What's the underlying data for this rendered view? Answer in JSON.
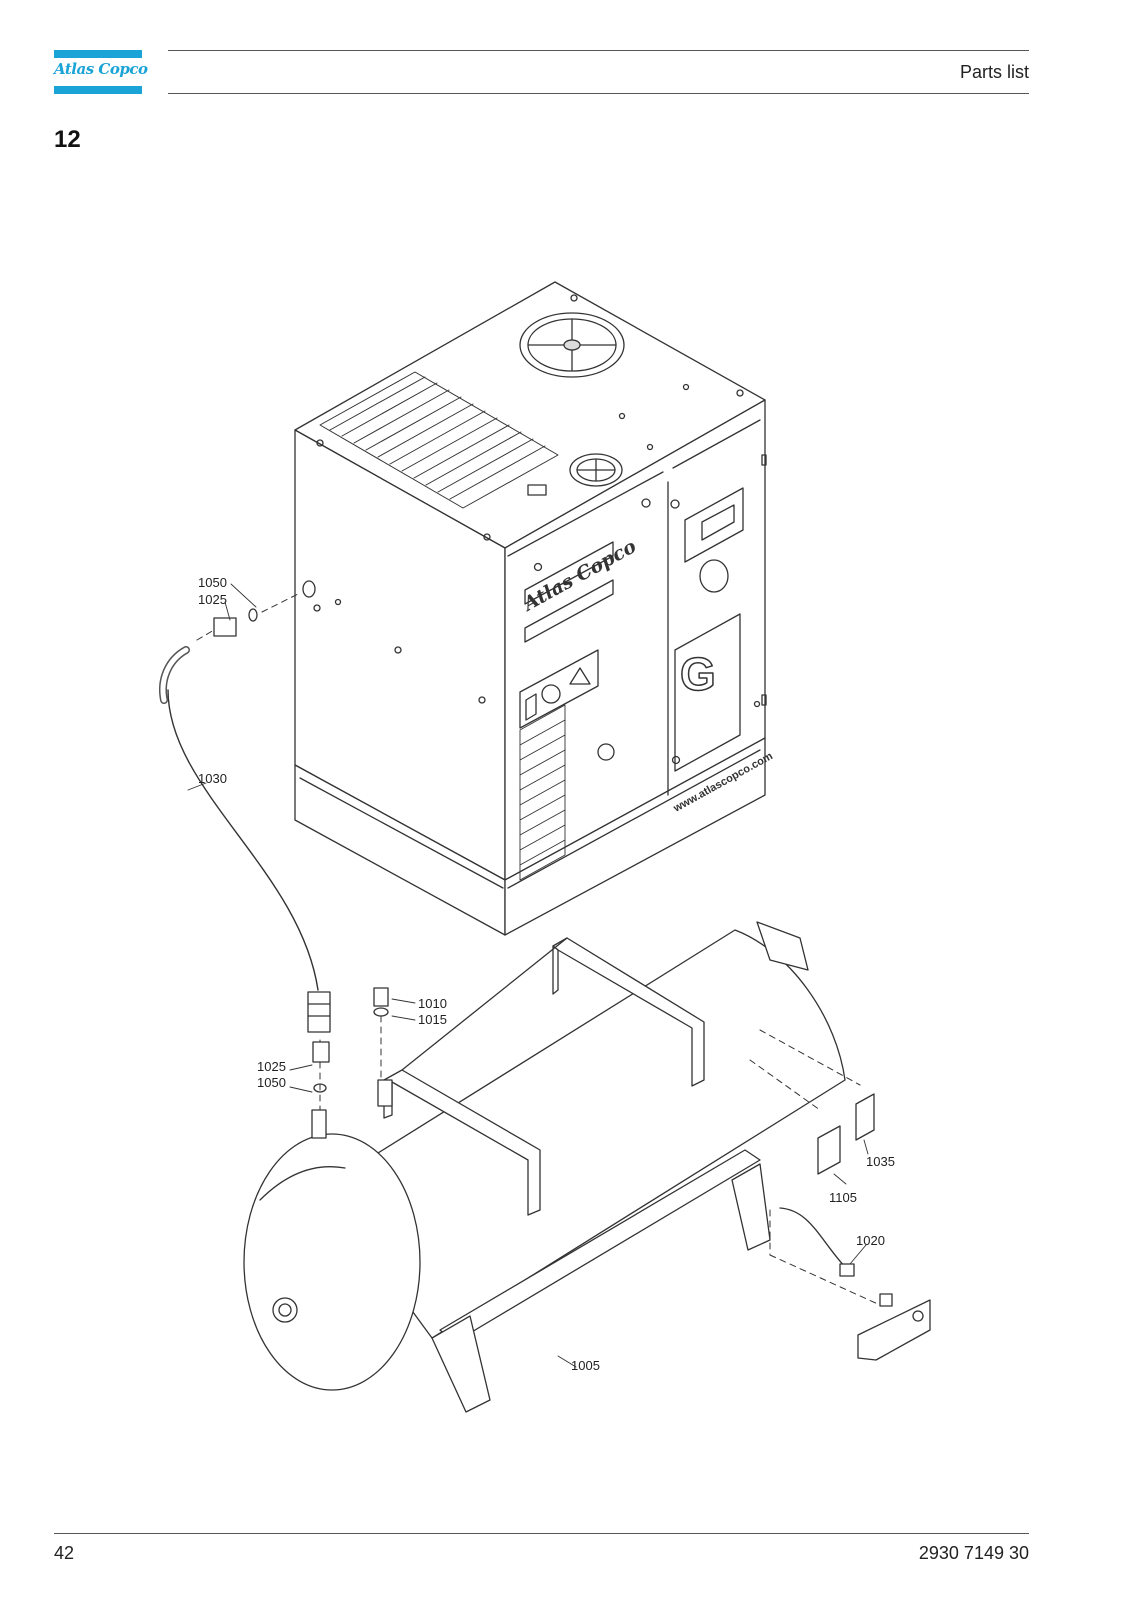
{
  "header": {
    "brand": "Atlas Copco",
    "title": "Parts list"
  },
  "section_number": "12",
  "drawing": {
    "machine_label": "Atlas Copco",
    "website": "www.atlascopco.com",
    "panel_letter": "G",
    "callouts": [
      {
        "id": "c1050a",
        "text": "1050"
      },
      {
        "id": "c1025a",
        "text": "1025"
      },
      {
        "id": "c1030",
        "text": "1030"
      },
      {
        "id": "c1010",
        "text": "1010"
      },
      {
        "id": "c1015",
        "text": "1015"
      },
      {
        "id": "c1025b",
        "text": "1025"
      },
      {
        "id": "c1050b",
        "text": "1050"
      },
      {
        "id": "c1035",
        "text": "1035"
      },
      {
        "id": "c1105",
        "text": "1105"
      },
      {
        "id": "c1020",
        "text": "1020"
      },
      {
        "id": "c1005",
        "text": "1005"
      }
    ]
  },
  "footer": {
    "page_number": "42",
    "document_number": "2930 7149 30"
  }
}
